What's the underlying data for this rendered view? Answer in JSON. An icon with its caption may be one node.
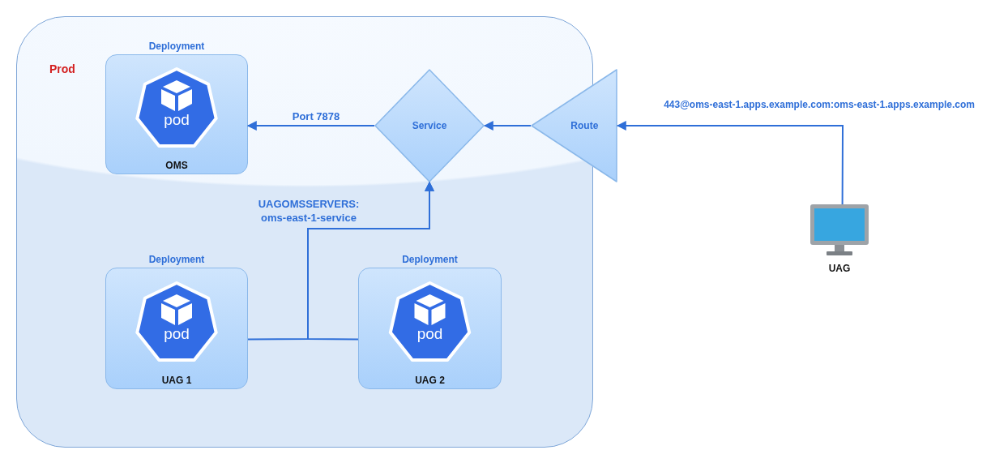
{
  "diagram": {
    "nodes": [
      {
        "text": [
          "Prod"
        ]
      },
      {
        "text": [
          "Deployment",
          "pod",
          "OMS"
        ],
        "in": 0
      },
      {
        "text": [
          "Service"
        ],
        "in": 0
      },
      {
        "text": [
          "Route"
        ]
      },
      {
        "text": [
          "Deployment",
          "pod",
          "UAG 1"
        ],
        "in": 0
      },
      {
        "text": [
          "Deployment",
          "pod",
          "UAG 2"
        ],
        "in": 0
      },
      {
        "text": [
          "UAG"
        ]
      }
    ],
    "edges": [
      {
        "from": 2,
        "to": 1,
        "arrow": "to",
        "label": "Port 7878"
      },
      {
        "from": 3,
        "to": 2,
        "arrow": "to"
      },
      {
        "from": 6,
        "to": 3,
        "arrow": "to",
        "label": "443@oms-east-1.apps.example.com:oms-east-1.apps.example.com"
      },
      {
        "from": 4,
        "to": 2,
        "arrow": "to",
        "label": "UAGOMSSERVERS: oms-east-1-service"
      },
      {
        "from": 5,
        "to": 2,
        "arrow": "to"
      }
    ]
  }
}
